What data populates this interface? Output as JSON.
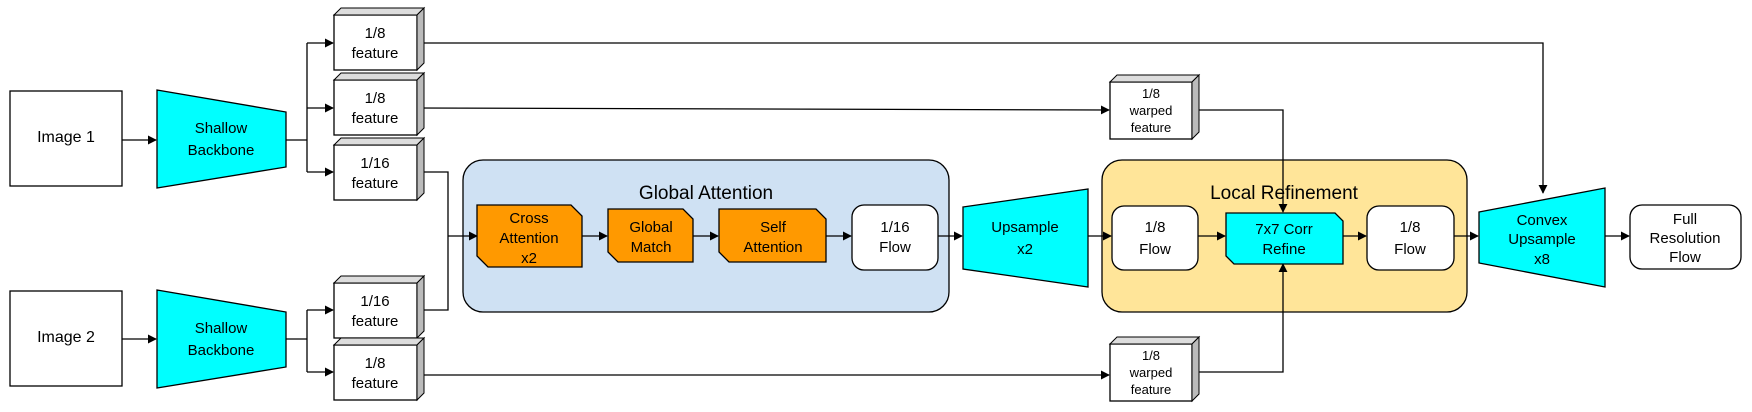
{
  "nodes": {
    "image1": [
      "Image 1"
    ],
    "image2": [
      "Image 2"
    ],
    "backbone1": [
      "Shallow",
      "Backbone"
    ],
    "backbone2": [
      "Shallow",
      "Backbone"
    ],
    "feat_a": [
      "1/8",
      "feature"
    ],
    "feat_b": [
      "1/8",
      "feature"
    ],
    "feat_c": [
      "1/16",
      "feature"
    ],
    "feat_d": [
      "1/16",
      "feature"
    ],
    "feat_e": [
      "1/8",
      "feature"
    ],
    "cross_attention": [
      "Cross",
      "Attention",
      "x2"
    ],
    "global_match": [
      "Global",
      "Match"
    ],
    "self_attention": [
      "Self",
      "Attention"
    ],
    "flow_16": [
      "1/16",
      "Flow"
    ],
    "upsample": [
      "Upsample",
      "x2"
    ],
    "flow_8a": [
      "1/8",
      "Flow"
    ],
    "corr_refine": [
      "7x7 Corr",
      "Refine"
    ],
    "flow_8b": [
      "1/8",
      "Flow"
    ],
    "warped_top": [
      "1/8",
      "warped",
      "feature"
    ],
    "warped_bottom": [
      "1/8",
      "warped",
      "feature"
    ],
    "convex_upsample": [
      "Convex",
      "Upsample",
      "x8"
    ],
    "full_flow": [
      "Full",
      "Resolution",
      "Flow"
    ]
  },
  "groups": {
    "global_attention": "Global Attention",
    "local_refinement": "Local Refinement"
  },
  "colors": {
    "cyan": "#00FFFF",
    "orange": "#FF9900",
    "global_bg": "#CFE1F3",
    "local_bg": "#FFE599",
    "stroke": "#000000"
  }
}
